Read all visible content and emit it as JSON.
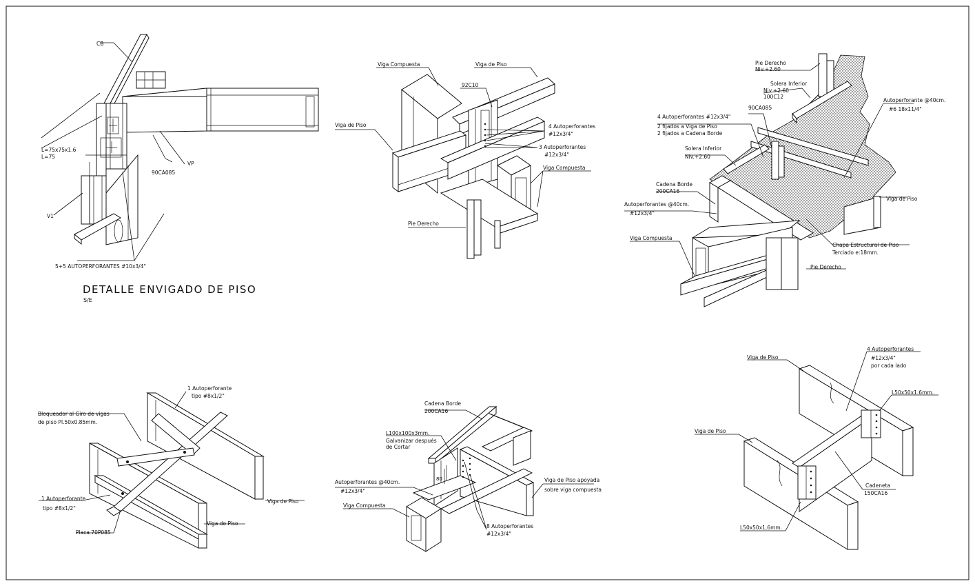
{
  "drawing": {
    "title": "DETALLE ENVIGADO DE PISO",
    "scale": "S/E"
  },
  "detail1": {
    "cb": "CB",
    "angle1": "L=75x75x1.6",
    "angle2": "L=75",
    "vp": "VP",
    "part": "90CA085",
    "v1": "V1",
    "screws": "5+5 AUTOPERFORANTES #10x3/4\""
  },
  "detail2": {
    "viga_compuesta_top": "Viga Compuesta",
    "viga_piso_top": "Viga de Piso",
    "part": "92C10",
    "viga_piso_left": "Viga de Piso",
    "screws4_a": "4 Autoperforantes",
    "screws4_b": "#12x3/4\"",
    "screws3_a": "3 Autoperforantes",
    "screws3_b": "#12x3/4\"",
    "viga_compuesta_right": "Viga Compuesta",
    "pie_derecho": "Pie Derecho"
  },
  "detail3": {
    "pie_derecho_a": "Pie Derecho",
    "pie_derecho_b": "Niv.+2.60",
    "solera_sup_a": "Solera Inferior",
    "solera_sup_b": "Niv.+2.60",
    "solera_sup_c": "100C12",
    "part": "90CA085",
    "auto_40_a": "Autoperforante @40cm.",
    "auto_40_b": "#6 18x11/4\"",
    "screws4_a": "4 Autoperforantes #12x3/4\"",
    "screws4_b": "2 fijados a Viga de Piso",
    "screws4_c": "2 fijados a Cadena Borde",
    "solera_inf_a": "Solera Inferior",
    "solera_inf_b": "Niv.+2.60",
    "cadena_a": "Cadena Borde",
    "cadena_b": "200CA16",
    "auto_b_a": "Autoperforantes @40cm.",
    "auto_b_b": "#12x3/4\"",
    "viga_piso": "Viga de Piso",
    "viga_compuesta": "Viga Compuesta",
    "chapa_a": "Chapa Estructural de Piso",
    "chapa_b": "Terciado e:18mm.",
    "pie_derecho_low": "Pie Derecho"
  },
  "detail4": {
    "auto1_a": "1 Autoperforante",
    "auto1_b": "tipo #8x1/2\"",
    "bloq_a": "Bloqueador al Giro de vigas",
    "bloq_b": "de piso Pl.50x0.85mm.",
    "auto2_a": "1 Autoperforante",
    "auto2_b": "tipo #8x1/2\"",
    "viga_piso_r1": "Viga de Piso",
    "viga_piso_r2": "Viga de Piso",
    "placa": "Placa 70P085"
  },
  "detail5": {
    "cadena_a": "Cadena Borde",
    "cadena_b": "200CA16",
    "angle_a": "L100x100x3mm.",
    "angle_b": "Galvanizar después",
    "angle_c": "de Cortar",
    "dim": "80",
    "auto_a": "Autoperforantes @40cm.",
    "auto_b": "#12x3/4\"",
    "viga_compuesta": "Viga Compuesta",
    "viga_apoyada_a": "Viga de Piso apoyada",
    "viga_apoyada_b": "sobre viga compuesta",
    "screws8_a": "8 Autoperforantes",
    "screws8_b": "#12x3/4\""
  },
  "detail6": {
    "viga_piso_top": "Viga de Piso",
    "screws4_a": "4 Autoperforantes",
    "screws4_b": "#12x3/4\"",
    "screws4_c": "por cada lado",
    "angle_top": "L50x50x1.6mm.",
    "viga_piso_left": "Viga de Piso",
    "cadeneta_a": "Cadeneta",
    "cadeneta_b": "150CA16",
    "angle_bottom": "L50x50x1,6mm."
  }
}
